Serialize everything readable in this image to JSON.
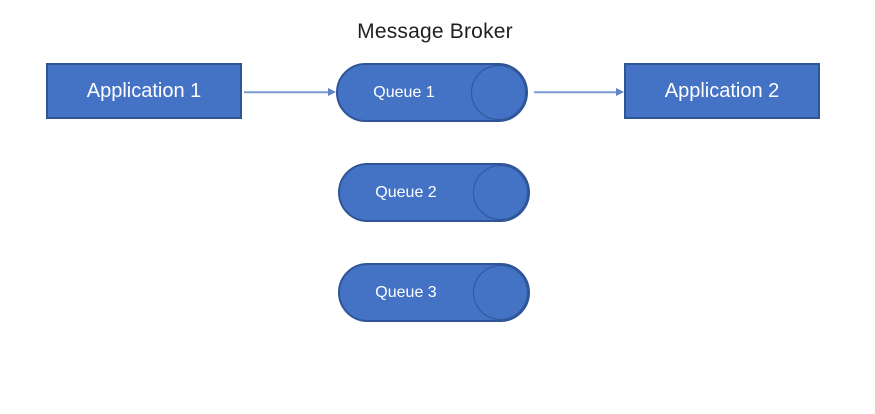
{
  "diagram": {
    "title": "Message Broker",
    "nodes": {
      "app1": {
        "label": "Application 1",
        "type": "application"
      },
      "app2": {
        "label": "Application 2",
        "type": "application"
      },
      "queue1": {
        "label": "Queue 1",
        "type": "queue"
      },
      "queue2": {
        "label": "Queue 2",
        "type": "queue"
      },
      "queue3": {
        "label": "Queue 3",
        "type": "queue"
      }
    },
    "edges": [
      {
        "from": "Application 1",
        "to": "Queue 1"
      },
      {
        "from": "Queue 1",
        "to": "Application 2"
      }
    ],
    "colors": {
      "shape_fill": "#4472C4",
      "shape_border": "#2F5597",
      "arrow_line": "#7C9AD6",
      "arrow_head": "#5F85C9",
      "node_text": "#FFFFFF",
      "title_text": "#1F1F1F",
      "background": "#FFFFFF"
    }
  }
}
